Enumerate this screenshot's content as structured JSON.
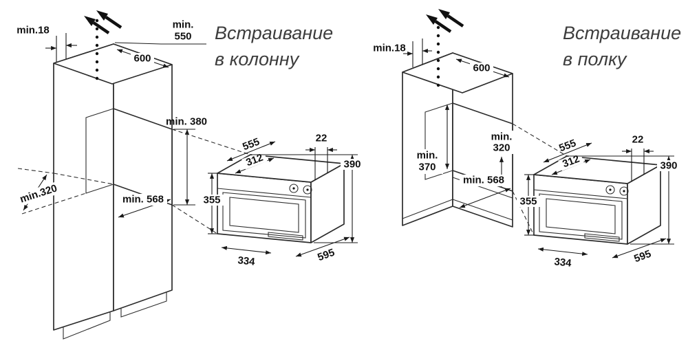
{
  "diagram_left": {
    "title_line1": "Встраивание",
    "title_line2": "в колонну",
    "cabinet": {
      "top_gap": "min.18",
      "top_depth_line1": "min.",
      "top_depth_line2": "550",
      "niche_width": "600",
      "niche_height": "min. 380",
      "rear_depth": "min.320",
      "niche_depth": "min. 568"
    }
  },
  "diagram_right": {
    "title_line1": "Встраивание",
    "title_line2": "в полку",
    "cabinet": {
      "top_gap": "min.18",
      "niche_width": "600",
      "vent_depth_line1": "min.",
      "vent_depth_line2": "320",
      "niche_height_line1": "min.",
      "niche_height_line2": "370",
      "niche_depth": "min. 568"
    }
  },
  "oven": {
    "depth_overall": "555",
    "front_frame": "22",
    "body_depth": "312",
    "height_overall": "390",
    "body_height": "355",
    "base_depth": "334",
    "width_overall": "595"
  },
  "colors": {
    "line": "#2c2c2c",
    "label": "#111111",
    "title": "#3d3d3d"
  }
}
